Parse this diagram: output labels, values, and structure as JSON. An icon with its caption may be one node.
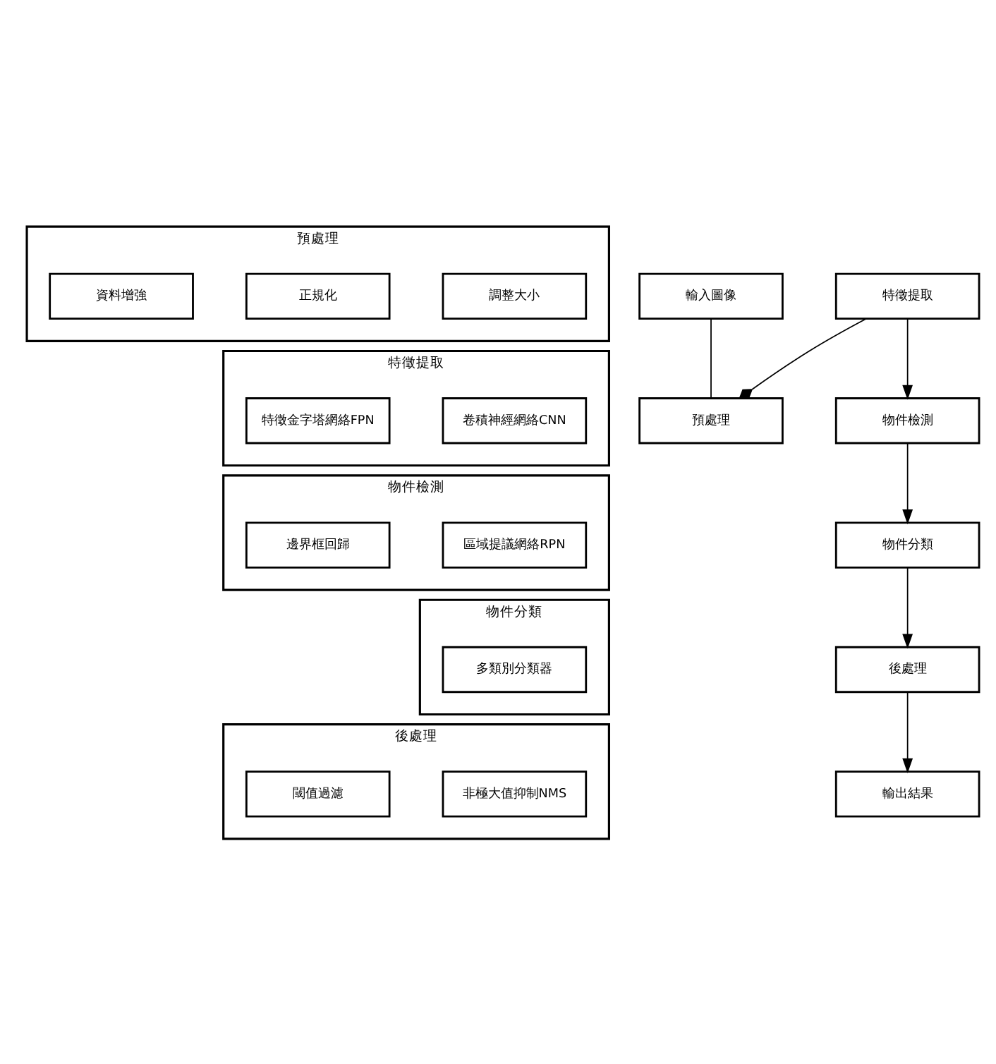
{
  "diagram": {
    "nodes": [
      {
        "text": [
          "預處理"
        ]
      },
      {
        "text": [
          "調整大小"
        ],
        "in": 0
      },
      {
        "text": [
          "正規化"
        ],
        "in": 0
      },
      {
        "text": [
          "資料增強"
        ],
        "in": 0
      },
      {
        "text": [
          "特徵提取"
        ]
      },
      {
        "text": [
          "卷積神經網絡CNN"
        ],
        "in": 4
      },
      {
        "text": [
          "特徵金字塔網絡FPN"
        ],
        "in": 4
      },
      {
        "text": [
          "物件檢測"
        ]
      },
      {
        "text": [
          "區域提議網絡RPN"
        ],
        "in": 7
      },
      {
        "text": [
          "邊界框回歸"
        ],
        "in": 7
      },
      {
        "text": [
          "物件分類"
        ]
      },
      {
        "text": [
          "多類別分類器"
        ],
        "in": 10
      },
      {
        "text": [
          "後處理"
        ]
      },
      {
        "text": [
          "非極大值抑制NMS"
        ],
        "in": 12
      },
      {
        "text": [
          "閾值過濾"
        ],
        "in": 12
      },
      {
        "text": [
          "輸入圖像"
        ]
      },
      {
        "text": [
          "預處理"
        ]
      },
      {
        "text": [
          "特徵提取"
        ]
      },
      {
        "text": [
          "物件檢測"
        ]
      },
      {
        "text": [
          "物件分類"
        ]
      },
      {
        "text": [
          "後處理"
        ]
      },
      {
        "text": [
          "輸出結果"
        ]
      }
    ],
    "edges": [
      {
        "from": 15,
        "to": 16,
        "arrow": "none"
      },
      {
        "from": 17,
        "to": 16,
        "arrow": "other"
      },
      {
        "from": 17,
        "to": 18,
        "arrow": "to"
      },
      {
        "from": 18,
        "to": 19,
        "arrow": "to"
      },
      {
        "from": 19,
        "to": 20,
        "arrow": "to"
      },
      {
        "from": 20,
        "to": 21,
        "arrow": "to"
      }
    ]
  }
}
